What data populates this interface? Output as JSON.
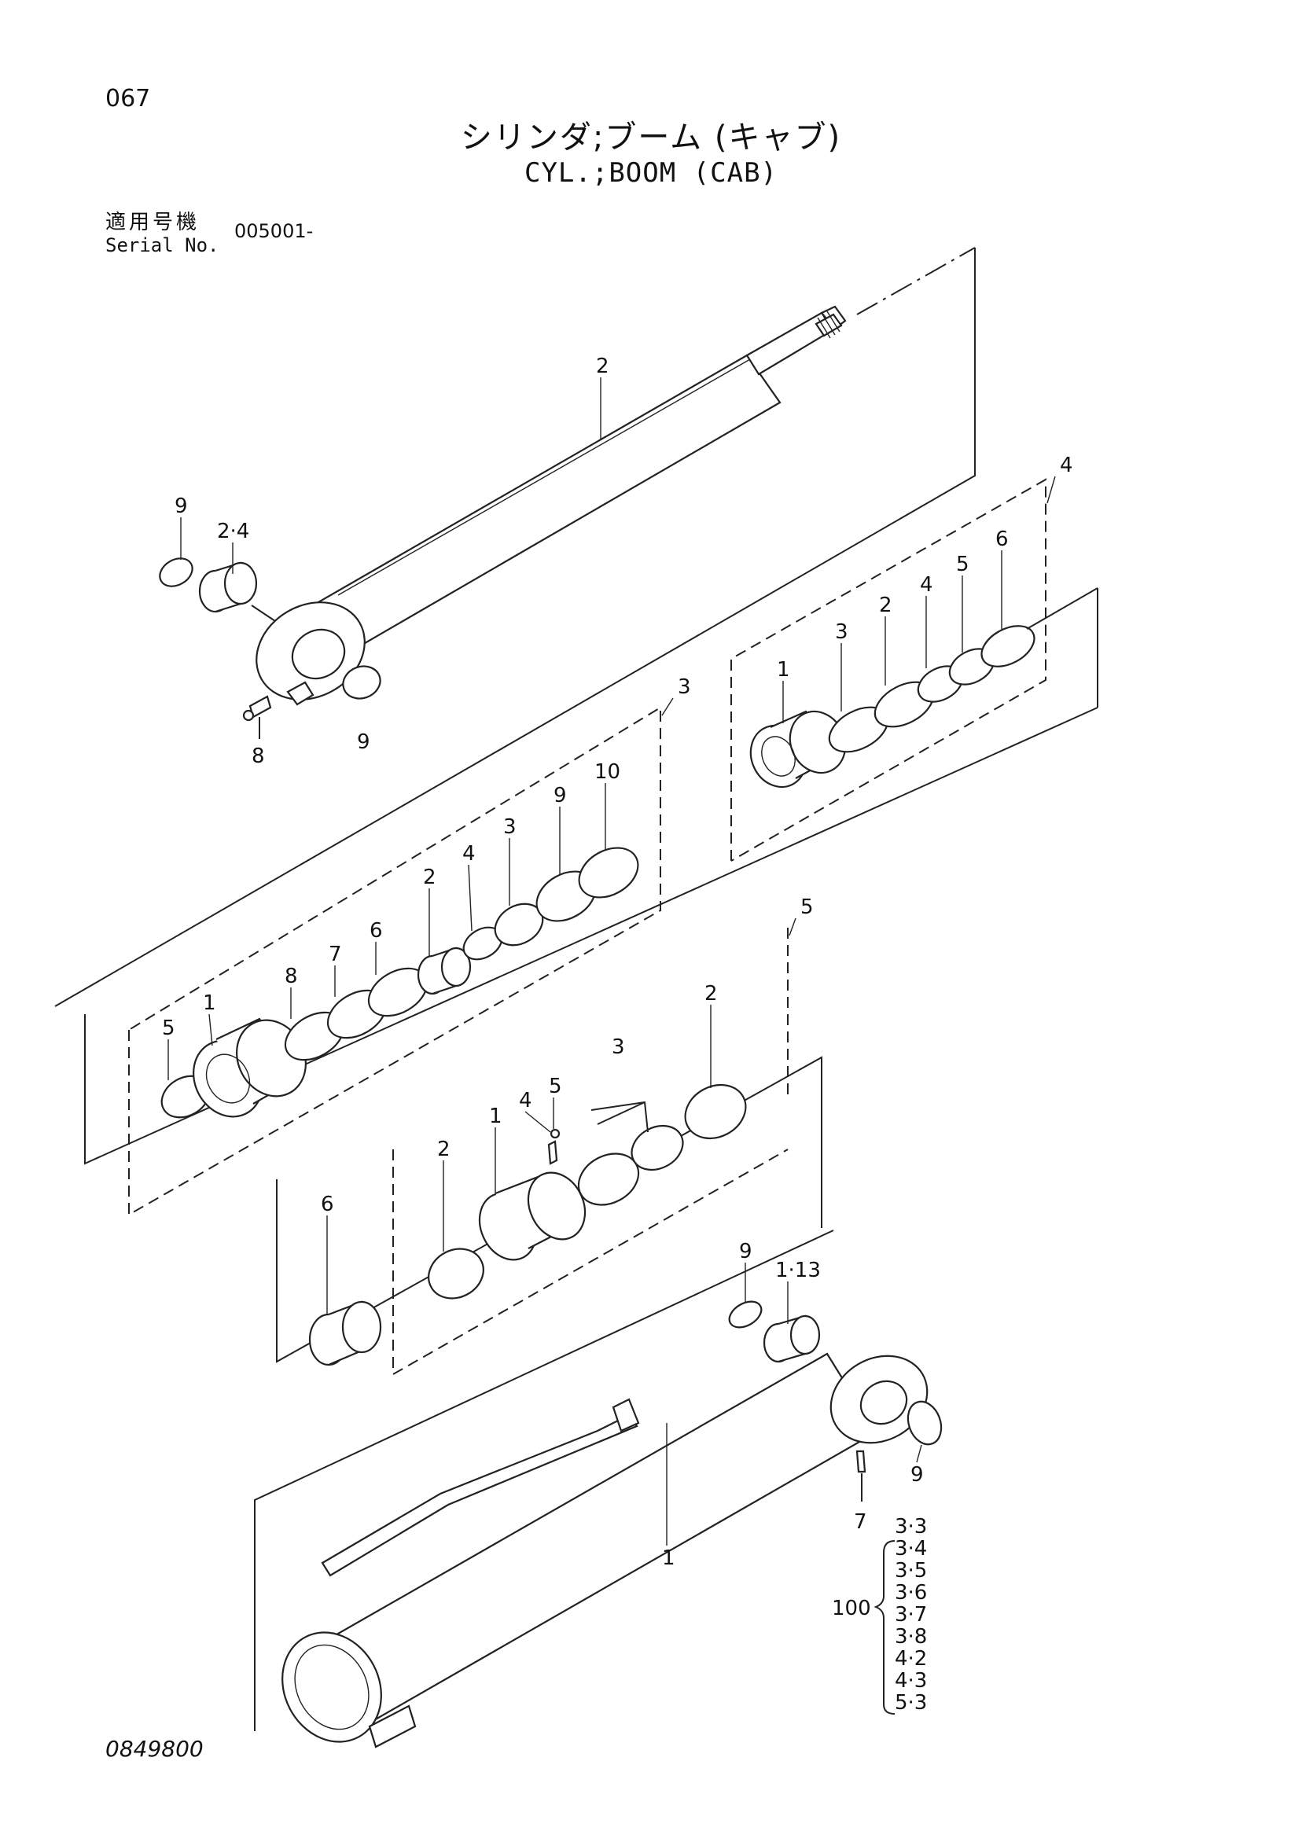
{
  "header": {
    "page_number": "067",
    "title_jp": "シリンダ;ブーム (キャブ)",
    "title_en": "CYL.;BOOM (CAB)",
    "serial_label_jp": "適用号機",
    "serial_label_en": "Serial No.",
    "serial_value": "005001-"
  },
  "footer": {
    "drawing_number": "0849800"
  },
  "callouts": {
    "rod": {
      "rod": "2",
      "ring_top": "9",
      "bushing": "2·4",
      "grease_fitting": "8",
      "ring_bottom": "9"
    },
    "group4": {
      "group": "4",
      "p1": "1",
      "p2": "2",
      "p3": "3",
      "p4": "4",
      "p5": "5",
      "p6": "6"
    },
    "group3": {
      "group": "3",
      "p1": "1",
      "p2": "2",
      "p3": "3",
      "p4": "4",
      "p5": "5",
      "p6": "6",
      "p7": "7",
      "p8": "8",
      "p9": "9",
      "p10": "10"
    },
    "group5": {
      "group": "5",
      "p1": "1",
      "p2_left": "2",
      "p2_right": "2",
      "p3": "3",
      "p4": "4",
      "p5": "5",
      "p6": "6"
    },
    "tube": {
      "tube": "1",
      "ring_top": "9",
      "bushing": "1·13",
      "ring_right": "9",
      "grease_fitting": "7"
    },
    "seal_kit": {
      "label": "100",
      "items": [
        "3·3",
        "3·4",
        "3·5",
        "3·6",
        "3·7",
        "3·8",
        "4·2",
        "4·3",
        "5·3"
      ]
    }
  }
}
